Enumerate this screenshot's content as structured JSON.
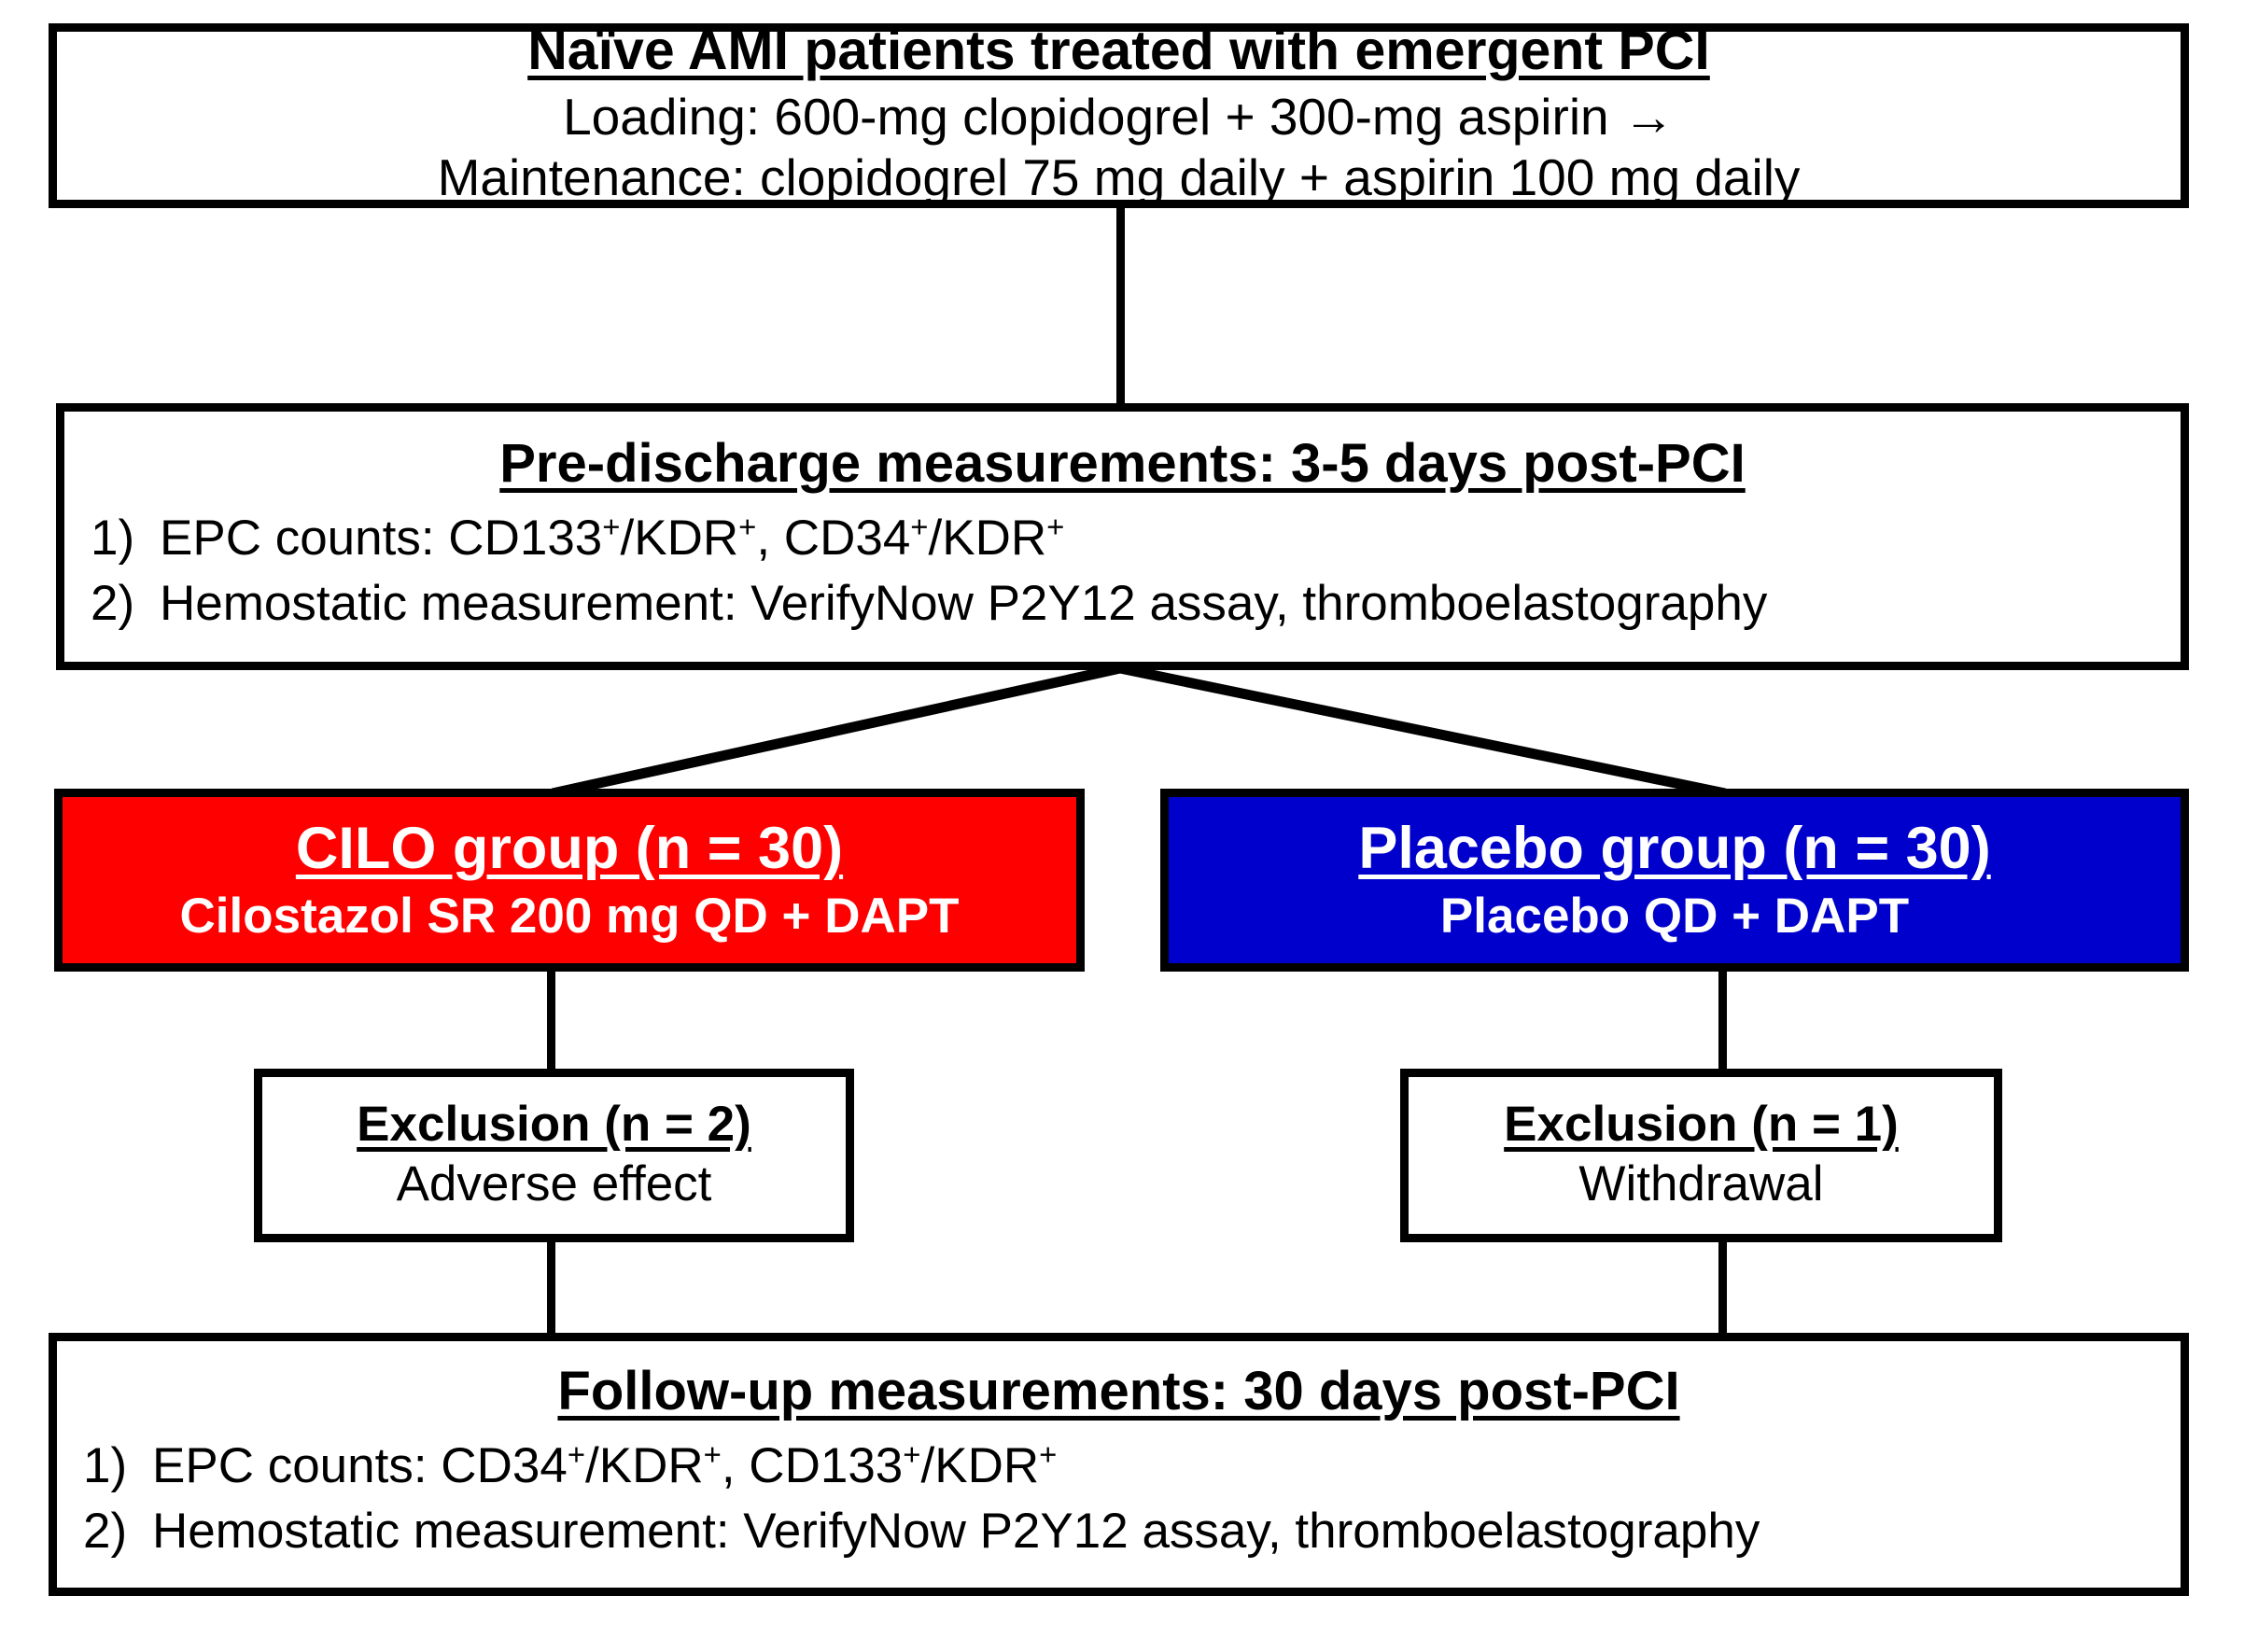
{
  "diagram": {
    "title": "Study flow diagram: CILO vs Placebo after emergent PCI in naive AMI patients",
    "colors": {
      "cilo_arm": "#FF0000",
      "placebo_arm": "#0000CC",
      "border": "#000000",
      "arm_text": "#FFFFFF",
      "background": "#FFFFFF"
    },
    "nodes": {
      "enrollment": {
        "title": "Naïve AMI patients treated with emergent PCI",
        "line1": "Loading: 600-mg clopidogrel + 300-mg aspirin →",
        "line2": "Maintenance: clopidogrel 75 mg daily + aspirin 100 mg daily"
      },
      "predischarge": {
        "title": "Pre-discharge measurements: 3-5 days post-PCI",
        "items": [
          {
            "num": "1)",
            "pre": "EPC counts: CD133",
            "sup1": "+",
            "mid": "/KDR",
            "sup2": "+",
            "mid2": ", CD34",
            "sup3": "+",
            "mid3": "/KDR",
            "sup4": "+",
            "post": ""
          },
          {
            "num": "2)",
            "text": "Hemostatic measurement:  VerifyNow P2Y12 assay, thromboelastography"
          }
        ]
      },
      "cilo_arm": {
        "title": "CILO group (n = 30)",
        "subtitle": "Cilostazol SR 200 mg QD + DAPT",
        "n": 30
      },
      "placebo_arm": {
        "title": "Placebo group (n = 30)",
        "subtitle": "Placebo QD + DAPT",
        "n": 30
      },
      "exclusion_cilo": {
        "title": "Exclusion (n = 2)",
        "reason": "Adverse effect",
        "n": 2
      },
      "exclusion_placebo": {
        "title": "Exclusion (n = 1)",
        "reason": "Withdrawal",
        "n": 1
      },
      "followup": {
        "title": "Follow-up measurements: 30 days post-PCI",
        "items": [
          {
            "num": "1)",
            "pre": "EPC counts: CD34",
            "sup1": "+",
            "mid": "/KDR",
            "sup2": "+",
            "mid2": ", CD133",
            "sup3": "+",
            "mid3": "/KDR",
            "sup4": "+",
            "post": ""
          },
          {
            "num": "2)",
            "text": "Hemostatic measurement:  VerifyNow P2Y12 assay, thromboelastography"
          }
        ]
      }
    }
  }
}
